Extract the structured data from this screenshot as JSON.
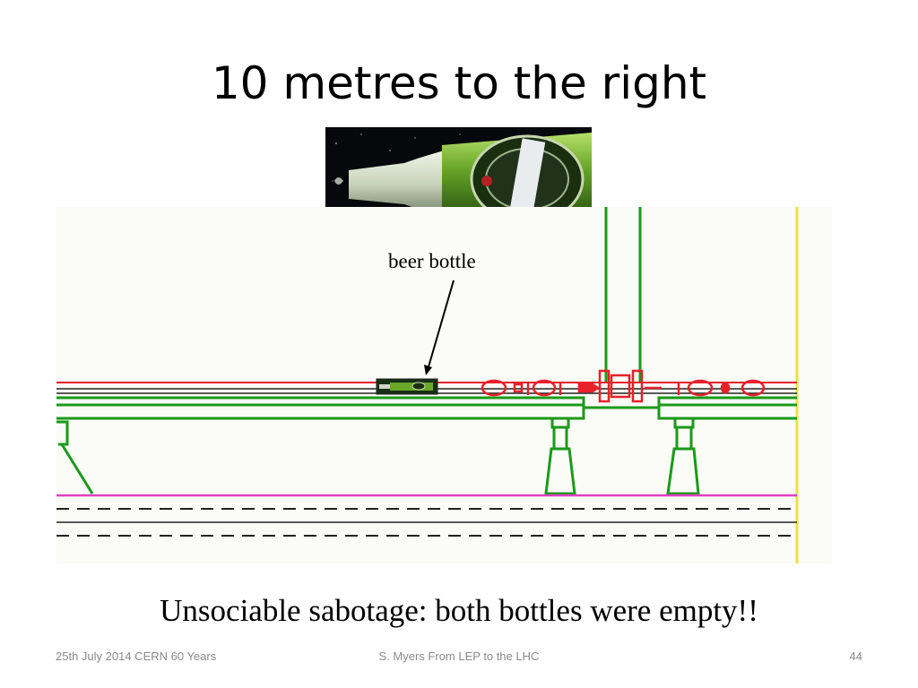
{
  "slide": {
    "title": "10 metres to the right",
    "annotation": "beer bottle",
    "caption": "Unsociable sabotage: both bottles were empty!!",
    "photo_subject": "beer-bottle-photo",
    "colors": {
      "beam_line": "#e8202a",
      "structure": "#1a9a1a",
      "magenta_line": "#e040c0",
      "yellow_line": "#f0e040",
      "dashed": "#222222",
      "paper": "#fbfbf7"
    }
  },
  "footer": {
    "left": "25th July 2014 CERN 60 Years",
    "center": "S. Myers From LEP to the LHC",
    "page": "44"
  }
}
